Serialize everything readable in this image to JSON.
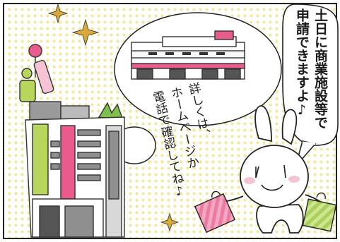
{
  "panel": {
    "speech_bubble": {
      "line1": "土日に商業施設等で",
      "line2": "申請できますよ♪"
    },
    "note": {
      "line1": "詳しくは、",
      "line2": "ホームページか",
      "line3": "電話で確認してね♪"
    }
  },
  "colors": {
    "halftone_dot": "#f2e79a",
    "pink": "#e95b8d",
    "green": "#b9d65c",
    "light_green": "#a9d05a",
    "gray": "#8f8f8f",
    "dark_gray": "#555555",
    "gold": "#d9a93a"
  }
}
